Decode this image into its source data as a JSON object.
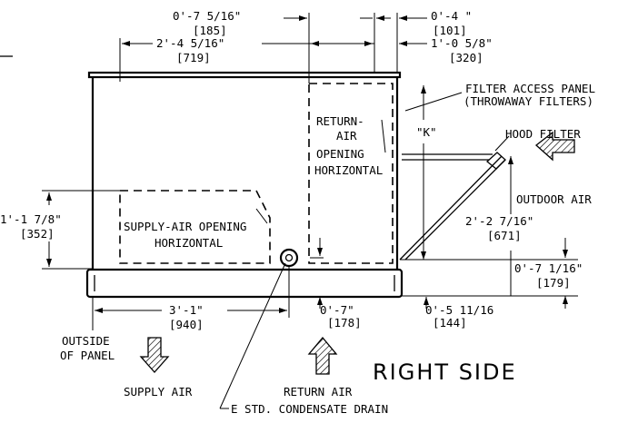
{
  "view_title": "RIGHT SIDE",
  "dimensions": {
    "d1_imp": "0'-7 5/16\"",
    "d1_mm": "[185]",
    "d2_imp": "2'-4 5/16\"",
    "d2_mm": "[719]",
    "d3_imp": "0'-4 \"",
    "d3_mm": "[101]",
    "d4_imp": "1'-0 5/8\"",
    "d4_mm": "[320]",
    "d5_imp": "1'-1 7/8\"",
    "d5_mm": "[352]",
    "d6_imp": "2'-2 7/16\"",
    "d6_mm": "[671]",
    "d7_imp": "0'-7 1/16\"",
    "d7_mm": "[179]",
    "d8_imp": "3'-1\"",
    "d8_mm": "[940]",
    "d9_imp": "0'-7\"",
    "d9_mm": "[178]",
    "d10_imp": "0'-5 11/16",
    "d10_mm": "[144]",
    "k_label": "\"K\""
  },
  "labels": {
    "filter_panel_1": "FILTER ACCESS PANEL",
    "filter_panel_2": "(THROWAWAY FILTERS)",
    "return_1": "RETURN-",
    "return_2": "AIR",
    "return_3": "OPENING",
    "return_4": "HORIZONTAL",
    "hood_filter": "HOOD FILTER",
    "outdoor_air": "OUTDOOR AIR",
    "supply_opening_1": "SUPPLY-AIR OPENING",
    "supply_opening_2": "HORIZONTAL",
    "outside_1": "OUTSIDE",
    "outside_2": "OF PANEL",
    "supply_air": "SUPPLY AIR",
    "return_air": "RETURN AIR",
    "drain": "E STD. CONDENSATE DRAIN"
  }
}
